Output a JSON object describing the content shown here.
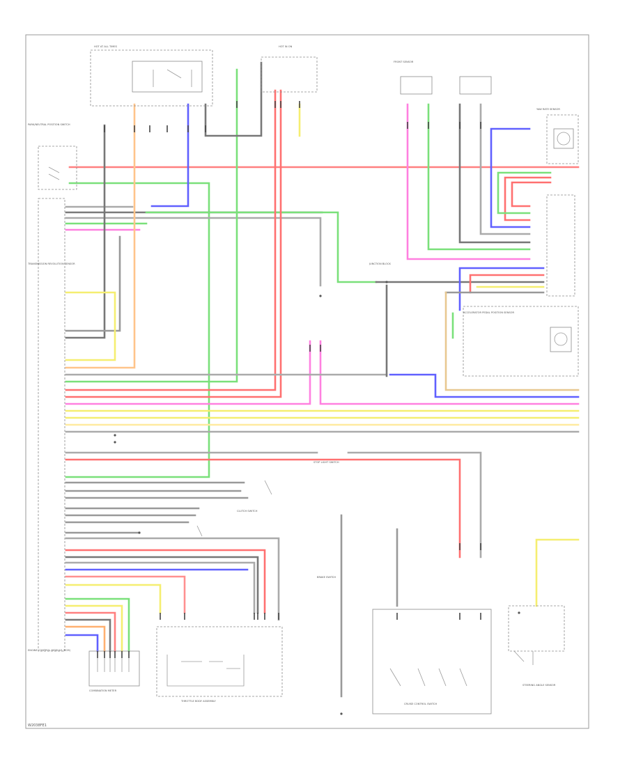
{
  "footer": {
    "code": "W2038FE1"
  },
  "colors": {
    "red": "#ff7070",
    "green": "#7ae07a",
    "blue": "#6060ff",
    "yellow": "#f7f07a",
    "orange": "#ffc48a",
    "pink": "#ff80e0",
    "gray": "#777777",
    "tan": "#e8c890",
    "lightgray": "#b8b8b8"
  },
  "components": {
    "park_neutral_switch": "PARK/NEUTRAL POSITION SWITCH",
    "transmission_revolution_sensor": "TRANSMISSION REVOLUTION SENSOR",
    "ecm": "ENGINE CONTROL MODULE (ECM)",
    "combination_meter": "COMBINATION METER",
    "throttle_body": "THROTTLE BODY ASSEMBLY",
    "cruise_switch": "CRUISE CONTROL SWITCH",
    "steering_sensor": "STEERING ANGLE SENSOR",
    "yaw_rate_sensor": "YAW RATE SENSOR",
    "front_sensor": "FRONT SENSOR",
    "stop_light_switch": "STOP LIGHT SWITCH",
    "clutch_switch": "CLUTCH SWITCH",
    "brake_switch": "BRAKE SWITCH",
    "junction_block": "JUNCTION BLOCK",
    "fuse_hot_at_all_times": "HOT AT ALL TIMES",
    "fuse_hot_in_on": "HOT IN ON",
    "accel_pedal": "ACCELERATOR PEDAL POSITION SENSOR"
  }
}
